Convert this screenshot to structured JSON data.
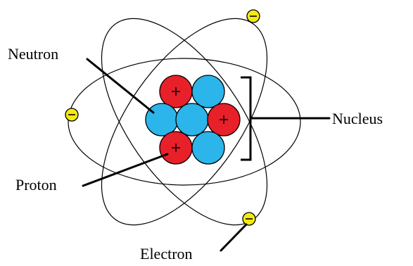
{
  "labels": {
    "neutron": "Neutron",
    "nucleus": "Nucleus",
    "proton": "Proton",
    "electron": "Electron"
  },
  "colors": {
    "proton": "#e8202a",
    "neutron": "#2bb5ea",
    "electron": "#f5ea10",
    "line": "#000000",
    "background": "#ffffff"
  },
  "particles": {
    "proton_sign": "plus",
    "electron_sign": "minus"
  },
  "counts": {
    "protons": 3,
    "neutrons": 4,
    "electrons": 3
  }
}
